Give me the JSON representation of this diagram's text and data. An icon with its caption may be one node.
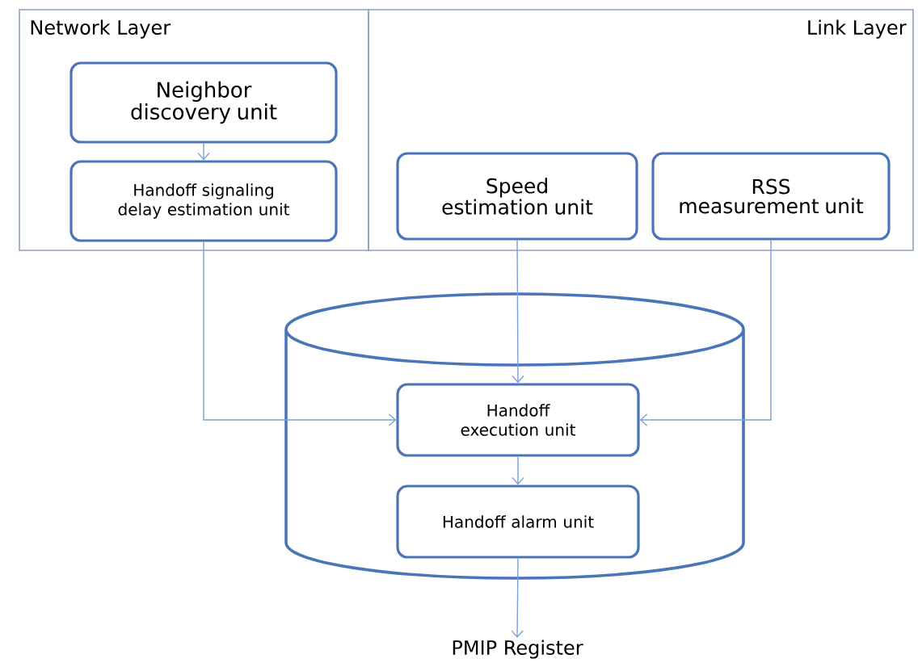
{
  "diagram": {
    "nodes": [
      {
        "text": [
          "Network Layer"
        ]
      },
      {
        "text": [
          "Link Layer"
        ]
      },
      {
        "text": [
          "Neighbor discovery unit"
        ],
        "in": 0
      },
      {
        "text": [
          "Handoff signaling delay estimation unit"
        ],
        "in": 0
      },
      {
        "text": [
          "Speed estimation unit"
        ],
        "in": 1
      },
      {
        "text": [
          "RSS measurement unit"
        ],
        "in": 1
      },
      {
        "text": [],
        "shape": "cylinder"
      },
      {
        "text": [
          "Handoff execution unit"
        ],
        "in": 6
      },
      {
        "text": [
          "Handoff alarm unit"
        ],
        "in": 6
      },
      {
        "text": [
          "PMIP Register"
        ]
      }
    ],
    "edges": [
      {
        "from": 2,
        "to": 3,
        "arrow": "to"
      },
      {
        "from": 3,
        "to": 7,
        "arrow": "to"
      },
      {
        "from": 4,
        "to": 7,
        "arrow": "to"
      },
      {
        "from": 5,
        "to": 7,
        "arrow": "to"
      },
      {
        "from": 7,
        "to": 8,
        "arrow": "to"
      },
      {
        "from": 8,
        "to": 9,
        "arrow": "to"
      }
    ]
  }
}
